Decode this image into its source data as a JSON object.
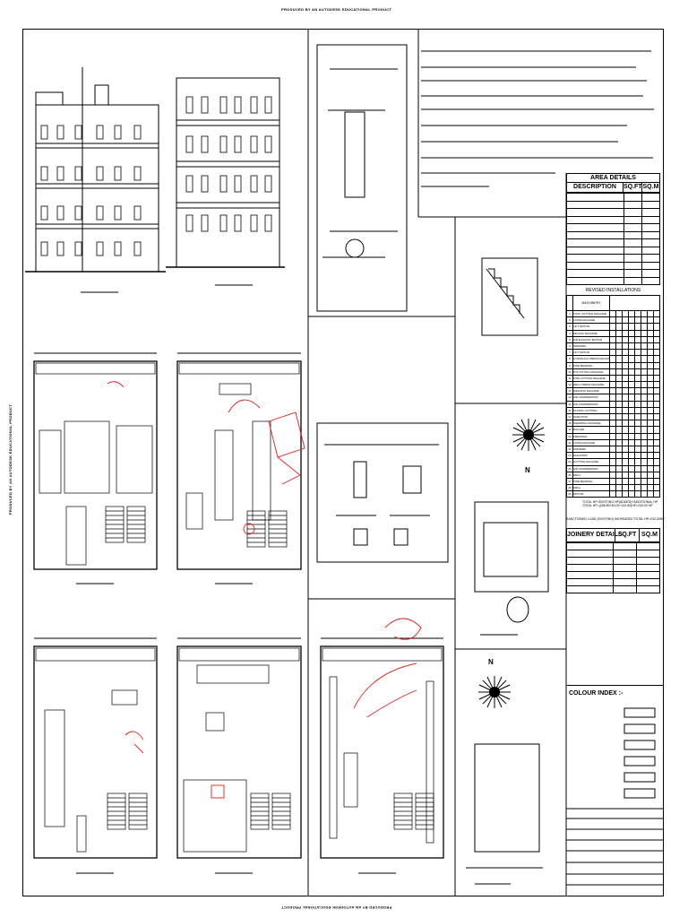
{
  "watermark": "PRODUCED BY AN AUTODESK EDUCATIONAL PRODUCT",
  "area_details": {
    "title": "AREA DETAILS",
    "col_description": "DESCRIPTION",
    "col_sqft": "SQ.FT",
    "col_sqm": "SQ.M"
  },
  "revised_installations": {
    "title": "REVISED INSTALLATIONS",
    "col_machinery": "MACHINERY",
    "rows": [
      {
        "no": "1",
        "name": "TOOL CUTTING MACHINE"
      },
      {
        "no": "2",
        "name": "LATHE MACHINE"
      },
      {
        "no": "3",
        "name": "LIFT MOTOR"
      },
      {
        "no": "4",
        "name": "MILLING MACHINE"
      },
      {
        "no": "5",
        "name": "AIR EXHAUST MOTOR"
      },
      {
        "no": "6",
        "name": "GRINDER"
      },
      {
        "no": "7",
        "name": "LIFT MOTOR"
      },
      {
        "no": "8",
        "name": "HYDRAULIC PRESS MACHINE"
      },
      {
        "no": "9",
        "name": "PIPE BENDING"
      },
      {
        "no": "10",
        "name": "PVC FITTING MACHINE"
      },
      {
        "no": "11",
        "name": "PIPE CUTTING MACHINE"
      },
      {
        "no": "12",
        "name": "DRILL PRESS MACHINE"
      },
      {
        "no": "13",
        "name": "WELDING MACHINE"
      },
      {
        "no": "14",
        "name": "AIR COMPRESSOR"
      },
      {
        "no": "15",
        "name": "AIR COMPRESSOR"
      },
      {
        "no": "16",
        "name": "PLASTIC CUTTING"
      },
      {
        "no": "17",
        "name": "INJECTION"
      },
      {
        "no": "18",
        "name": "SHEARING MACHINE"
      },
      {
        "no": "19",
        "name": "ROLLER"
      },
      {
        "no": "20",
        "name": "PRESSING"
      },
      {
        "no": "21",
        "name": "LATHE MACHINE"
      },
      {
        "no": "22",
        "name": "GRINDER"
      },
      {
        "no": "23",
        "name": "ELEVATOR"
      },
      {
        "no": "24",
        "name": "CUTTING MACHINE"
      },
      {
        "no": "25",
        "name": "AIR COMPRESSOR"
      },
      {
        "no": "26",
        "name": "DRILL"
      },
      {
        "no": "27",
        "name": "PIPE BENDING"
      },
      {
        "no": "28",
        "name": "DRILL"
      },
      {
        "no": "29",
        "name": "MOTOR"
      }
    ],
    "total_line1": "TOTAL HP=EXISTING HP(ADDED)+ADDITIONAL HP",
    "total_line2": "TOTAL HP=(285.89+50.00+132.50)HP=232.00 HP",
    "sanction_note": "SANCTIONED LOAD (EXISTING)     INCREASED TOTAL HP=232.00HP"
  },
  "joinery_details": {
    "title": "JOINERY DETAILS",
    "col_sqft": "SQ.FT",
    "col_sqm": "SQ.M"
  },
  "colour_index": {
    "title": "COLOUR INDEX :-"
  },
  "north_label": "N",
  "icons": {
    "north_arrow": "north-arrow-icon"
  }
}
